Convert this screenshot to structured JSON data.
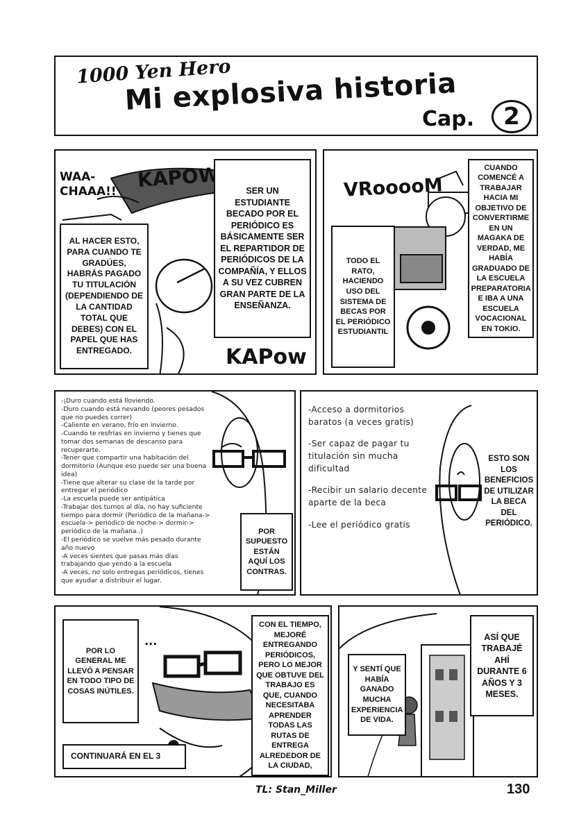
{
  "title": {
    "series": "1000 Yen Hero",
    "main": "Mi explosiva historia",
    "chapter_prefix": "Cap.",
    "chapter_number": "2"
  },
  "panel1": {
    "sfx_waa": "WAA-\nCHAAA!!",
    "sfx_kapow_top": "KAPOW",
    "sfx_kapow_bottom": "KAPow",
    "box_left": "Al hacer esto, para cuando te gradúes, habrás pagado tu titulación (dependiendo de la cantidad total que debes) con el papel que has entregado.",
    "box_right": "Ser un estudiante becado por el periódico es básicamente ser el repartidor de periódicos de la compañía, y ellos a su vez cubren gran parte de la enseñanza."
  },
  "panel2": {
    "sfx_vroom": "VRooooM",
    "box_left": "Todo el rato, haciendo uso del sistema de becas por el periódico estudiantil",
    "box_right": "Cuando comencé a trabajar hacia mi objetivo de convertirme en un magaka de verdad, me había graduado de la escuela preparatoria e iba a una escuela vocacional en Tokio."
  },
  "panel3": {
    "cons": [
      "-¡Duro cuando está lloviendo.",
      "-Duro cuando está nevando (peores pesados que no puedes correr)",
      "-Caliente en verano, frío en invierno.",
      "-Cuando te resfrías en invierno y tienes que tomar dos semanas de descanso para recuperarte.",
      "-Tener que compartir una habitación del dormitorio (Aunque eso puede ser una buena idea)",
      "-Tiene que alterar su clase de la tarde por entregar el periódico",
      "-La escuela puede ser antipática",
      "-Trabajar dos turnos al día, no hay suficiente tiempo para dormir (Periódico de la mañana-> escuela-> periódico de noche-> dormir-> periódico de la mañana..)",
      "-El periódico se vuelve más pesado durante año nuevo",
      "-A veces sientes que pasas más días trabajando que yendo a la escuela",
      "-A veces, no solo entregas periódicos, tienes que ayudar a distribuir el lugar."
    ],
    "box": "Por supuesto están aquí los contras."
  },
  "panel4": {
    "pros": [
      "-Acceso a dormitorios baratos (a veces gratis)",
      "-Ser capaz de pagar tu titulación sin mucha dificultad",
      "-Recibir un salario decente aparte de la beca",
      "-Lee el periódico gratis"
    ],
    "box": "Esto son los beneficios de utilizar la beca del periódico."
  },
  "panel5": {
    "dots": "...",
    "box_left": "Por lo general me llevó a pensar en todo tipo de cosas inútiles.",
    "box_right": "Con el tiempo, mejoré entregando periódicos, pero lo mejor que obtuve del trabajo es que, cuando necesitaba aprender todas las rutas de entrega alrededor de la ciudad,",
    "continue": "Continuará en el 3"
  },
  "panel6": {
    "box_left": "Y sentí que había ganado mucha experiencia de vida.",
    "box_right": "Así que trabajé ahí durante 6 años y 3 meses."
  },
  "footer": {
    "credit": "TL: Stan_Miller",
    "page_number": "130"
  }
}
